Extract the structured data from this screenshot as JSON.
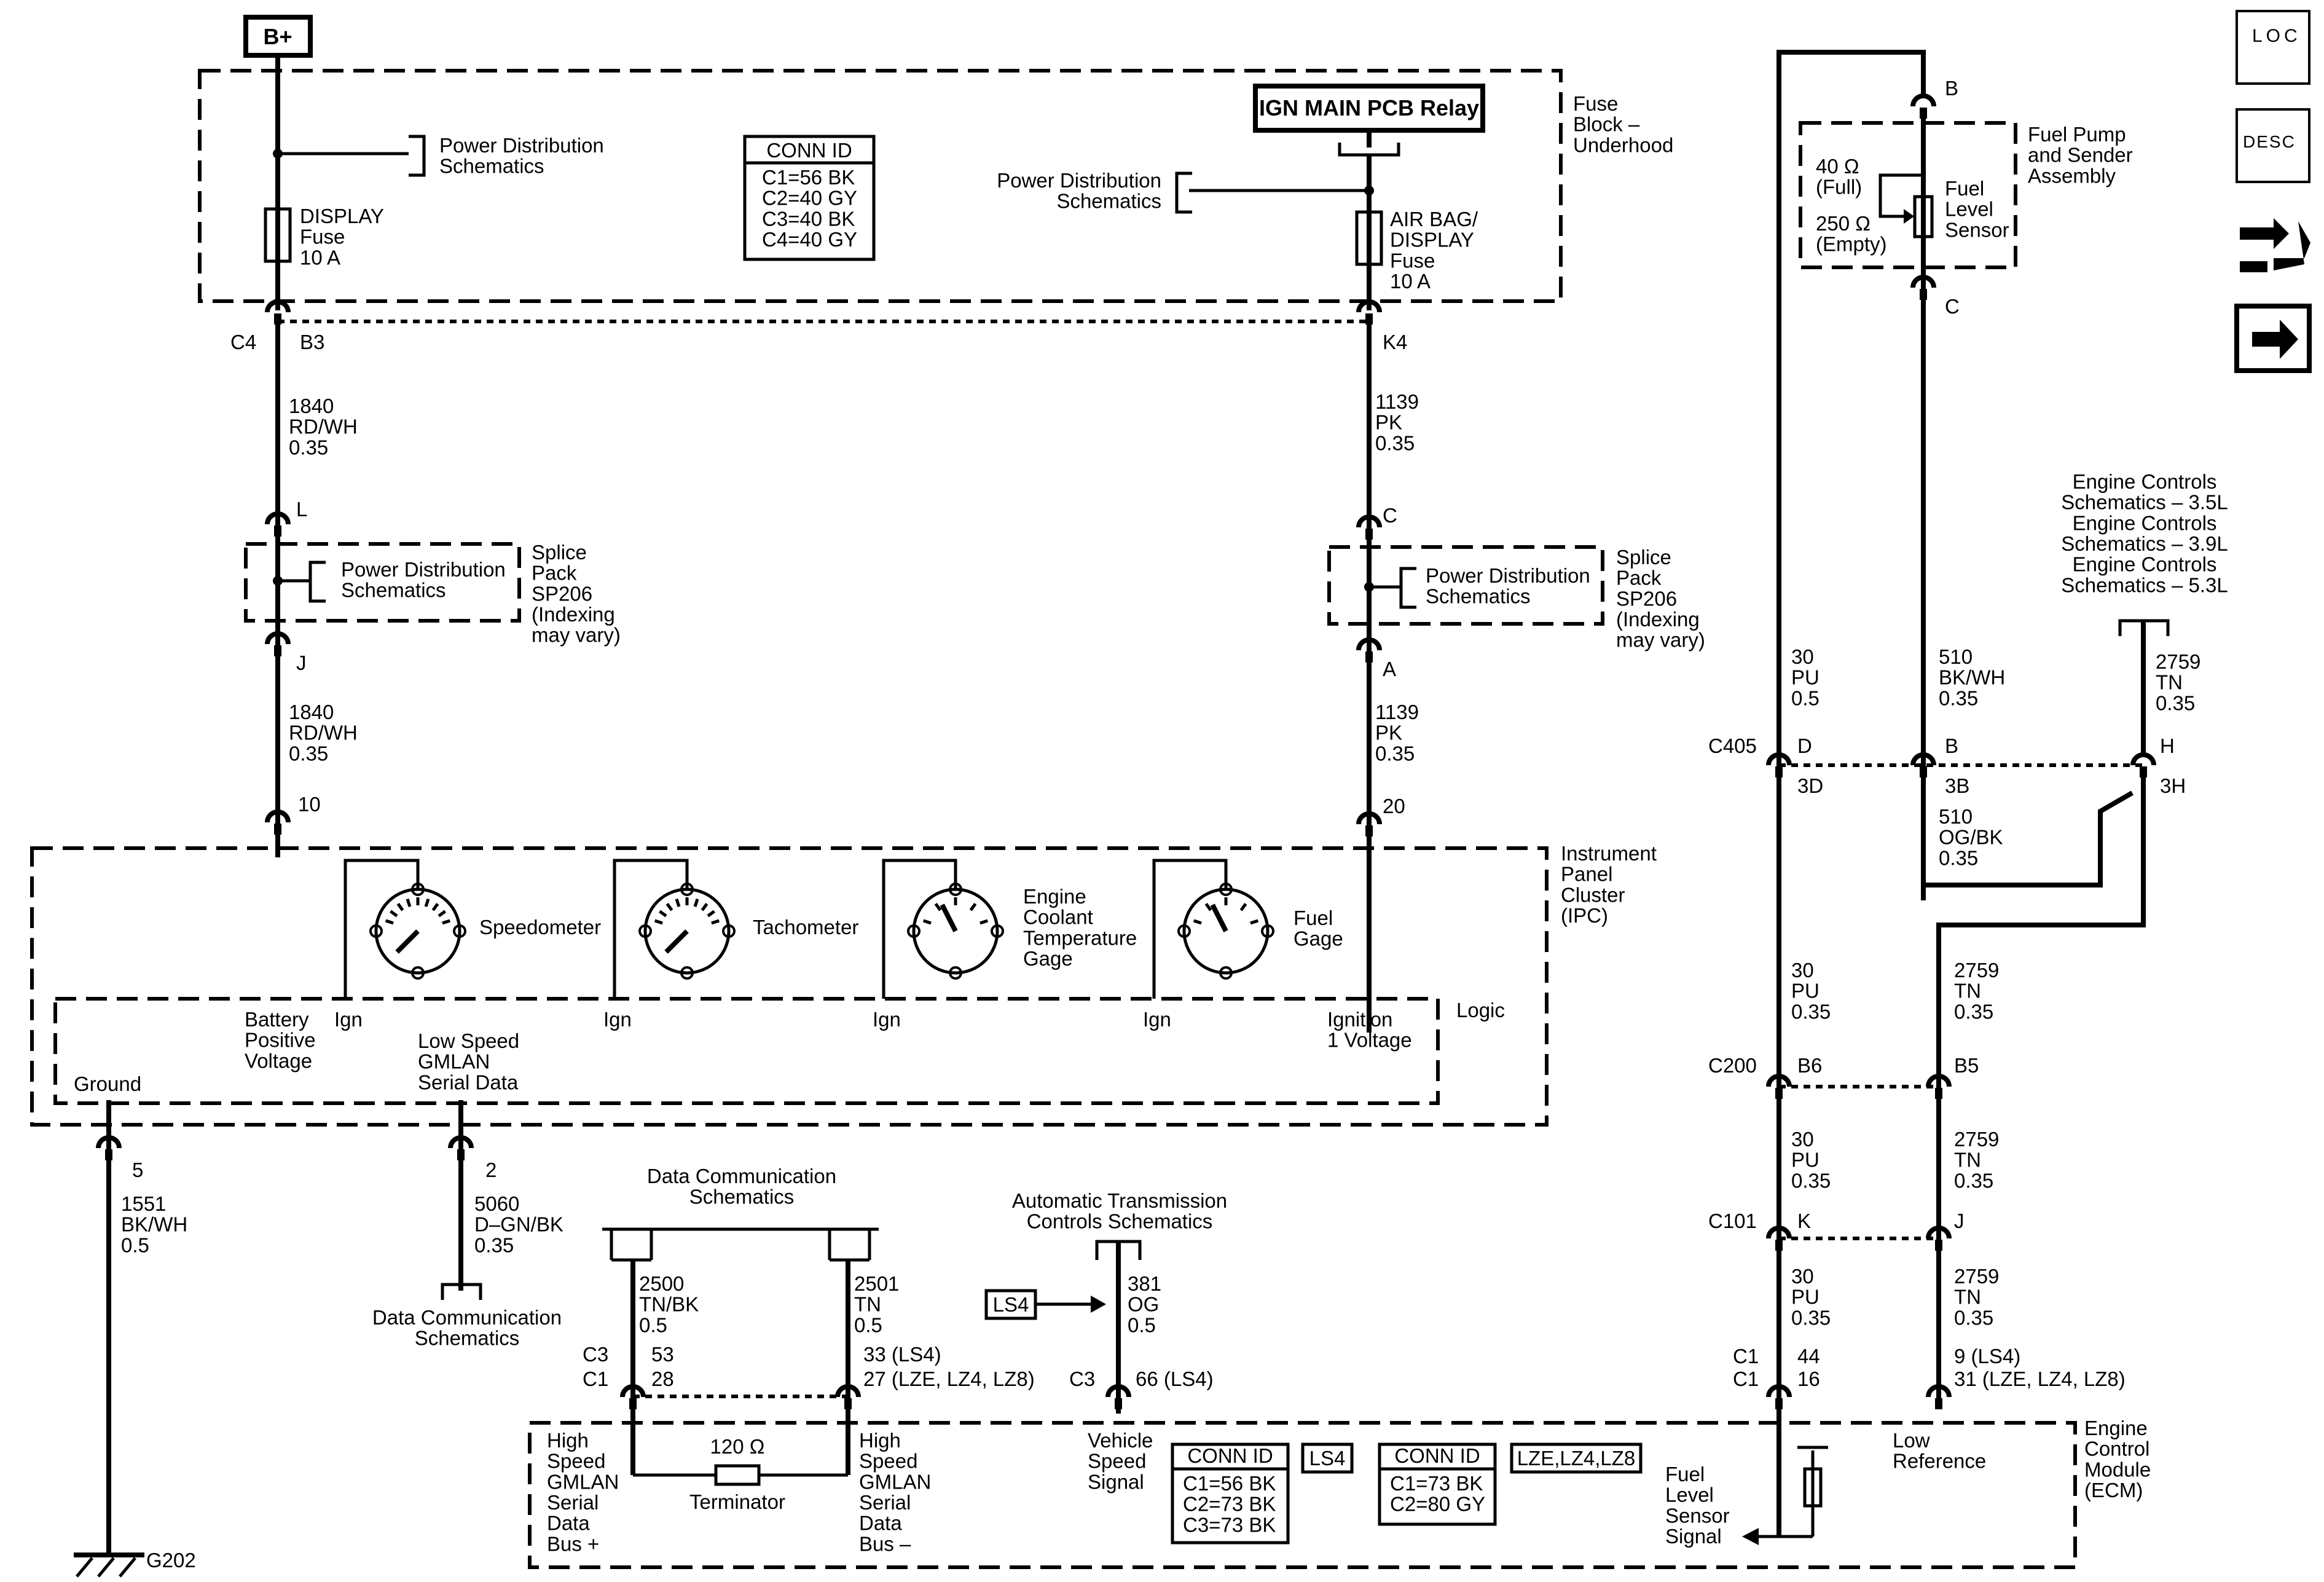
{
  "top": {
    "battery": "B+",
    "relay": "IGN MAIN PCB Relay",
    "fuse_block": "Fuse\nBlock –\nUnderhood"
  },
  "fuse_box": {
    "pds_left": "Power Distribution\nSchematics",
    "pds_right": "Power Distribution\nSchematics",
    "display_fuse": "DISPLAY\nFuse\n10 A",
    "airbag_fuse": "AIR BAG/\nDISPLAY\nFuse\n10 A",
    "conn_id_title": "CONN ID",
    "conn_id_lines": "C1=56 BK\nC2=40 GY\nC3=40 BK\nC4=40 GY"
  },
  "left_branch": {
    "conn": "C4",
    "pin_top": "B3",
    "wire1": "1840\nRD/WH\n0.35",
    "pin_l": "L",
    "pin_j": "J",
    "wire2": "1840\nRD/WH\n0.35",
    "pin_10": "10",
    "splice_pds": "Power Distribution\nSchematics",
    "splice_label": "Splice\nPack\nSP206\n(Indexing\nmay vary)"
  },
  "right_branch": {
    "pin_top": "K4",
    "wire1": "1139\nPK\n0.35",
    "pin_c": "C",
    "pin_a": "A",
    "wire2": "1139\nPK\n0.35",
    "pin_20": "20",
    "splice_pds": "Power Distribution\nSchematics",
    "splice_label": "Splice\nPack\nSP206\n(Indexing\nmay vary)"
  },
  "ipc": {
    "label": "Instrument\nPanel\nCluster\n(IPC)",
    "logic": "Logic",
    "gauges": [
      "Speedometer",
      "Tachometer",
      "Engine\nCoolant\nTemperature\nGage",
      "Fuel\nGage"
    ],
    "ign": "Ign",
    "battery_positive": "Battery\nPositive\nVoltage",
    "ignition_1": "Ignition\n1 Voltage",
    "low_speed": "Low Speed\nGMLAN\nSerial Data",
    "ground": "Ground"
  },
  "ground_branch": {
    "pin": "5",
    "wire": "1551\nBK/WH\n0.5",
    "ground_id": "G202"
  },
  "lsgmlan_branch": {
    "pin": "2",
    "wire": "5060\nD–GN/BK\n0.35",
    "dest": "Data Communication\nSchematics"
  },
  "hs_gmlan": {
    "dest": "Data Communication\nSchematics",
    "wire_a": "2500\nTN/BK\n0.5",
    "wire_b": "2501\nTN\n0.5",
    "c3": "C3",
    "c1": "C1",
    "pin_a3": "53",
    "pin_a1": "28",
    "pin_b3": "33 (LS4)",
    "pin_b1": "27 (LZE, LZ4, LZ8)",
    "resistance": "120 Ω",
    "terminator": "Terminator",
    "bus_plus": "High\nSpeed\nGMLAN\nSerial\nData\nBus +",
    "bus_minus": "High\nSpeed\nGMLAN\nSerial\nData\nBus –"
  },
  "vss": {
    "dest": "Automatic Transmission\nControls Schematics",
    "option": "LS4",
    "wire": "381\nOG\n0.5",
    "c3": "C3",
    "pin": "66 (LS4)",
    "signal": "Vehicle\nSpeed\nSignal"
  },
  "ecm": {
    "label": "Engine\nControl\nModule\n(ECM)",
    "connid1_title": "CONN ID",
    "connid1_lines": "C1=56 BK\nC2=73 BK\nC3=73 BK",
    "connid1_option": "LS4",
    "connid2_title": "CONN ID",
    "connid2_lines": "C1=73 BK\nC2=80 GY",
    "connid2_option": "LZE,LZ4,LZ8",
    "fuel_signal": "Fuel\nLevel\nSensor\nSignal",
    "low_ref": "Low\nReference"
  },
  "fuel_pump": {
    "label": "Fuel Pump\nand Sender\nAssembly",
    "full": "40 Ω\n(Full)",
    "empty": "250 Ω\n(Empty)",
    "sensor": "Fuel\nLevel\nSensor",
    "pin_b": "B",
    "pin_c": "C"
  },
  "ecm_refs": "Engine Controls\nSchematics – 3.5L\nEngine Controls\nSchematics – 3.9L\nEngine Controls\nSchematics – 5.3L",
  "right_wires": {
    "c405": "C405",
    "d": "D",
    "b": "B",
    "h": "H",
    "p3d": "3D",
    "p3b": "3B",
    "p3h": "3H",
    "w30_top": "30\nPU\n0.5",
    "w510_top": "510\nBK/WH\n0.35",
    "w2759_top": "2759\nTN\n0.35",
    "w510_bot": "510\nOG/BK\n0.35",
    "w30_mid": "30\nPU\n0.35",
    "w2759_mid": "2759\nTN\n0.35",
    "c200": "C200",
    "b6": "B6",
    "b5": "B5",
    "w30_c": "30\nPU\n0.35",
    "w2759_c": "2759\nTN\n0.35",
    "c101": "C101",
    "k": "K",
    "j": "J",
    "w30_d": "30\nPU\n0.35",
    "w2759_d": "2759\nTN\n0.35",
    "c1a": "C1",
    "c1b": "C1",
    "p44": "44",
    "p16": "16",
    "p9": "9 (LS4)",
    "p31": "31 (LZE, LZ4, LZ8)"
  },
  "nav_icons": {
    "loc": "LOC",
    "desc": "DESC"
  }
}
